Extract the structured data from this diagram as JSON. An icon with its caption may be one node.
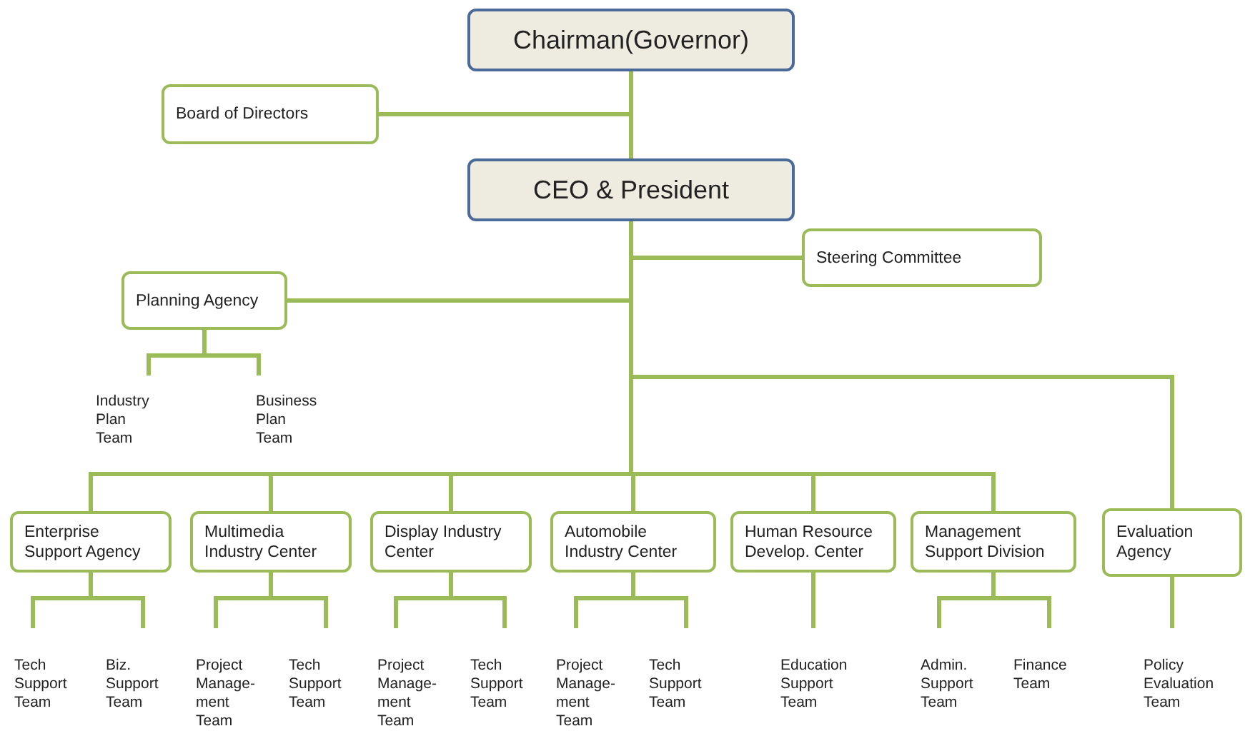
{
  "diagram": {
    "nodes": [
      {
        "text": [
          "Chairman(Governor)"
        ]
      },
      {
        "text": [
          "Board of Directors"
        ]
      },
      {
        "text": [
          "CEO & President"
        ]
      },
      {
        "text": [
          "Steering Committee"
        ]
      },
      {
        "text": [
          "Planning Agency"
        ]
      },
      {
        "text": [
          "Industry Plan Team"
        ]
      },
      {
        "text": [
          "Business Plan Team"
        ]
      },
      {
        "text": [
          "Enterprise Support Agency"
        ]
      },
      {
        "text": [
          "Multimedia Industry Center"
        ]
      },
      {
        "text": [
          "Display Industry Center"
        ]
      },
      {
        "text": [
          "Automobile Industry Center"
        ]
      },
      {
        "text": [
          "Human Resource Develop. Center"
        ]
      },
      {
        "text": [
          "Management Support Division"
        ]
      },
      {
        "text": [
          "Evaluation Agency"
        ]
      },
      {
        "text": [
          "Tech Support Team"
        ]
      },
      {
        "text": [
          "Biz. Support Team"
        ]
      },
      {
        "text": [
          "Project Manage- ment Team"
        ]
      },
      {
        "text": [
          "Tech Support Team"
        ]
      },
      {
        "text": [
          "Project Manage- ment Team"
        ]
      },
      {
        "text": [
          "Tech Support Team"
        ]
      },
      {
        "text": [
          "Project Manage- ment Team"
        ]
      },
      {
        "text": [
          "Tech Support Team"
        ]
      },
      {
        "text": [
          "Education Support Team"
        ]
      },
      {
        "text": [
          "Admin. Support Team"
        ]
      },
      {
        "text": [
          "Finance Team"
        ]
      },
      {
        "text": [
          "Policy Evaluation Team"
        ]
      }
    ],
    "edges": [
      {
        "from": 0,
        "to": 2,
        "arrow": "none"
      },
      {
        "from": 0,
        "to": 1,
        "arrow": "none"
      },
      {
        "from": 2,
        "to": 3,
        "arrow": "none"
      },
      {
        "from": 2,
        "to": 4,
        "arrow": "none"
      },
      {
        "from": 2,
        "to": 7,
        "arrow": "none"
      },
      {
        "from": 2,
        "to": 8,
        "arrow": "none"
      },
      {
        "from": 2,
        "to": 9,
        "arrow": "none"
      },
      {
        "from": 2,
        "to": 10,
        "arrow": "none"
      },
      {
        "from": 2,
        "to": 11,
        "arrow": "none"
      },
      {
        "from": 2,
        "to": 12,
        "arrow": "none"
      },
      {
        "from": 2,
        "to": 13,
        "arrow": "none"
      },
      {
        "from": 4,
        "to": 5,
        "arrow": "none"
      },
      {
        "from": 4,
        "to": 6,
        "arrow": "none"
      },
      {
        "from": 7,
        "to": 14,
        "arrow": "none"
      },
      {
        "from": 7,
        "to": 15,
        "arrow": "none"
      },
      {
        "from": 8,
        "to": 16,
        "arrow": "none"
      },
      {
        "from": 8,
        "to": 17,
        "arrow": "none"
      },
      {
        "from": 9,
        "to": 18,
        "arrow": "none"
      },
      {
        "from": 9,
        "to": 19,
        "arrow": "none"
      },
      {
        "from": 10,
        "to": 20,
        "arrow": "none"
      },
      {
        "from": 10,
        "to": 21,
        "arrow": "none"
      },
      {
        "from": 11,
        "to": 22,
        "arrow": "none"
      },
      {
        "from": 12,
        "to": 23,
        "arrow": "none"
      },
      {
        "from": 12,
        "to": 24,
        "arrow": "none"
      },
      {
        "from": 13,
        "to": 25,
        "arrow": "none"
      }
    ]
  }
}
